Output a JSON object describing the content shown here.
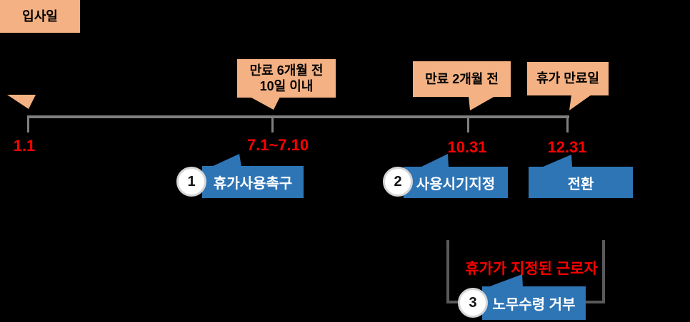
{
  "colors": {
    "background": "#000000",
    "callout_fill": "#F4B183",
    "step_fill": "#2E75B6",
    "date_text": "#FF0000",
    "timeline_line": "#7F7F7F",
    "bracket_line": "#595959",
    "badge_fill": "#FFFFFF"
  },
  "timeline": {
    "callouts": [
      {
        "text": "입사일"
      },
      {
        "line1": "만료 6개월 전",
        "line2": "10일 이내"
      },
      {
        "text": "만료 2개월 전"
      },
      {
        "text": "휴가 만료일"
      }
    ],
    "dates": [
      "1.1",
      "7.1~7.10",
      "10.31",
      "12.31"
    ]
  },
  "steps": [
    {
      "num": "1",
      "label": "휴가사용촉구"
    },
    {
      "num": "2",
      "label": "사용시기지정"
    },
    {
      "num": "",
      "label": "전환"
    },
    {
      "num": "3",
      "label": "노무수령 거부"
    }
  ],
  "bottom_note": "휴가가 지정된 근로자"
}
